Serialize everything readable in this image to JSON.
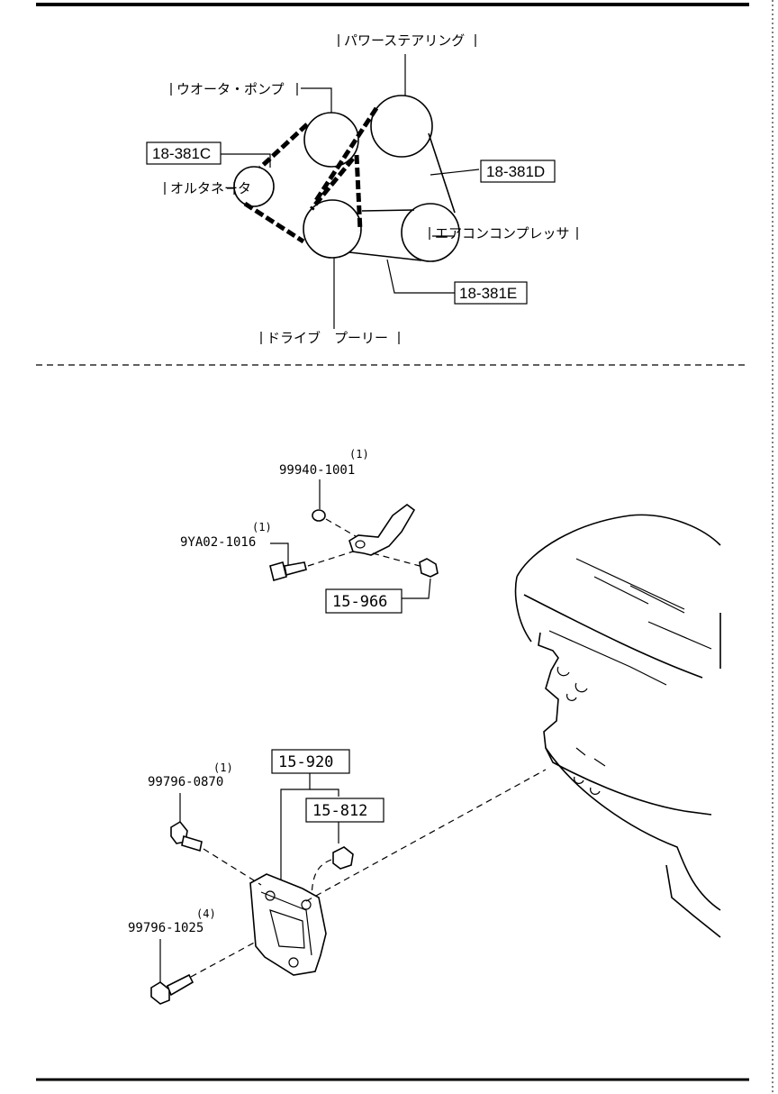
{
  "belt_diagram": {
    "power_steering": "パワーステアリング",
    "water_pump": "ウオータ・ポンプ",
    "alternator": "オルタネータ",
    "aircon_compressor": "エアコンコンプレッサ",
    "drive_pulley": "ドライブ　プーリー",
    "ref_c": "18-381C",
    "ref_d": "18-381D",
    "ref_e": "18-381E"
  },
  "parts": {
    "bracket_upper": {
      "part_no_a": "99940-1001",
      "qty_a": "(1)",
      "part_no_b": "9YA02-1016",
      "qty_b": "(1)",
      "ref": "15-966"
    },
    "bracket_lower": {
      "part_no_a": "99796-0870",
      "qty_a": "(1)",
      "part_no_b": "99796-1025",
      "qty_b": "(4)",
      "ref_main": "15-920",
      "ref_sub": "15-812"
    }
  }
}
